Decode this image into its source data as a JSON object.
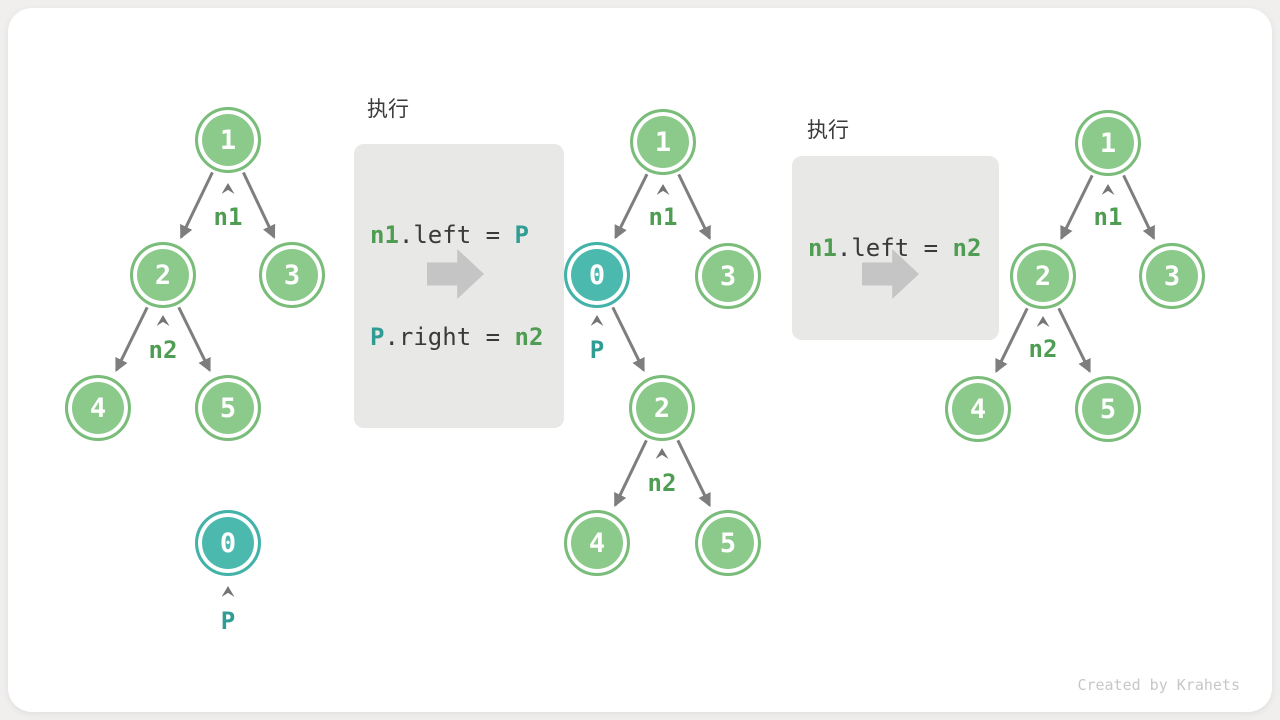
{
  "watermark": "Created by Krahets",
  "colors": {
    "node_green_fill": "#8cca8c",
    "node_green_border": "#7abc7a",
    "node_teal_fill": "#4cb9af",
    "node_teal_border": "#43b3a9",
    "pointer_label_green": "#4f9d52",
    "pointer_label_teal": "#2f9d93",
    "code_text": "#3a3a3a",
    "code_background": "#e8e8e7",
    "edge_gray": "#7e7e7e",
    "block_arrow_gray": "#c5c5c5"
  },
  "step1": {
    "tree": {
      "node1": "1",
      "node2": "2",
      "node3": "3",
      "node4": "4",
      "node5": "5"
    },
    "pointers": {
      "n1": "n1",
      "n2": "n2",
      "p": "P"
    },
    "detached_node": "0"
  },
  "exec1": {
    "title": "执行",
    "line1": {
      "lhs": "n1",
      "mid": ".left = ",
      "rhs": "P"
    },
    "line2": {
      "lhs": "P",
      "mid": ".right = ",
      "rhs": "n2"
    }
  },
  "step2": {
    "tree": {
      "node1": "1",
      "node0": "0",
      "node3": "3",
      "node2": "2",
      "node4": "4",
      "node5": "5"
    },
    "pointers": {
      "n1": "n1",
      "p": "P",
      "n2": "n2"
    }
  },
  "exec2": {
    "title": "执行",
    "line1": {
      "lhs": "n1",
      "mid": ".left = ",
      "rhs": "n2"
    }
  },
  "step3": {
    "tree": {
      "node1": "1",
      "node2": "2",
      "node3": "3",
      "node4": "4",
      "node5": "5"
    },
    "pointers": {
      "n1": "n1",
      "n2": "n2"
    }
  }
}
